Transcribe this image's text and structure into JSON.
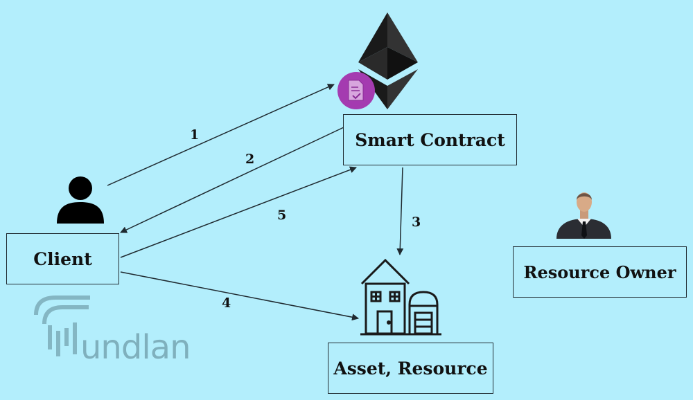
{
  "nodes": {
    "smart_contract": "Smart Contract",
    "client": "Client",
    "asset_resource": "Asset, Resource",
    "resource_owner": "Resource Owner"
  },
  "steps": [
    "1",
    "2",
    "3",
    "4",
    "5"
  ],
  "watermark": {
    "text": "undlan"
  },
  "colors": {
    "background": "#b3eefc",
    "arrow": "#1f2a30",
    "ethereum": "#1a1a1a",
    "document_badge": "#a43bb0",
    "watermark": "#7fb0bd"
  },
  "icons": [
    "ethereum-logo-icon",
    "document-badge-icon",
    "client-person-icon",
    "house-asset-icon",
    "businessman-icon",
    "fundlan-logo-icon"
  ]
}
